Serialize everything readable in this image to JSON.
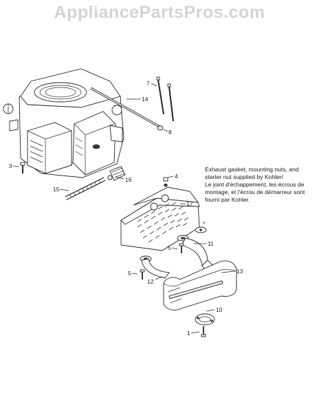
{
  "watermark": "AppliancePartsPros.com",
  "callouts": {
    "p1": "1",
    "p3": "3",
    "p4": "4",
    "p5a": "5",
    "p5b": "5",
    "p7": "7",
    "p8": "8",
    "p10": "10",
    "p11": "11",
    "p12": "12",
    "p13": "13",
    "p14": "14",
    "p15": "15",
    "p16": "16",
    "p17": "17",
    "asterisk": "*"
  },
  "note": {
    "lines": [
      "Exhaust gasket, mounting nuts, and",
      "starter nut supplied by Kohler/",
      "Le joint d'échappement, les écrous de",
      "montage, et l'écrou de démarreur sont",
      "fourni par Kohler."
    ]
  }
}
